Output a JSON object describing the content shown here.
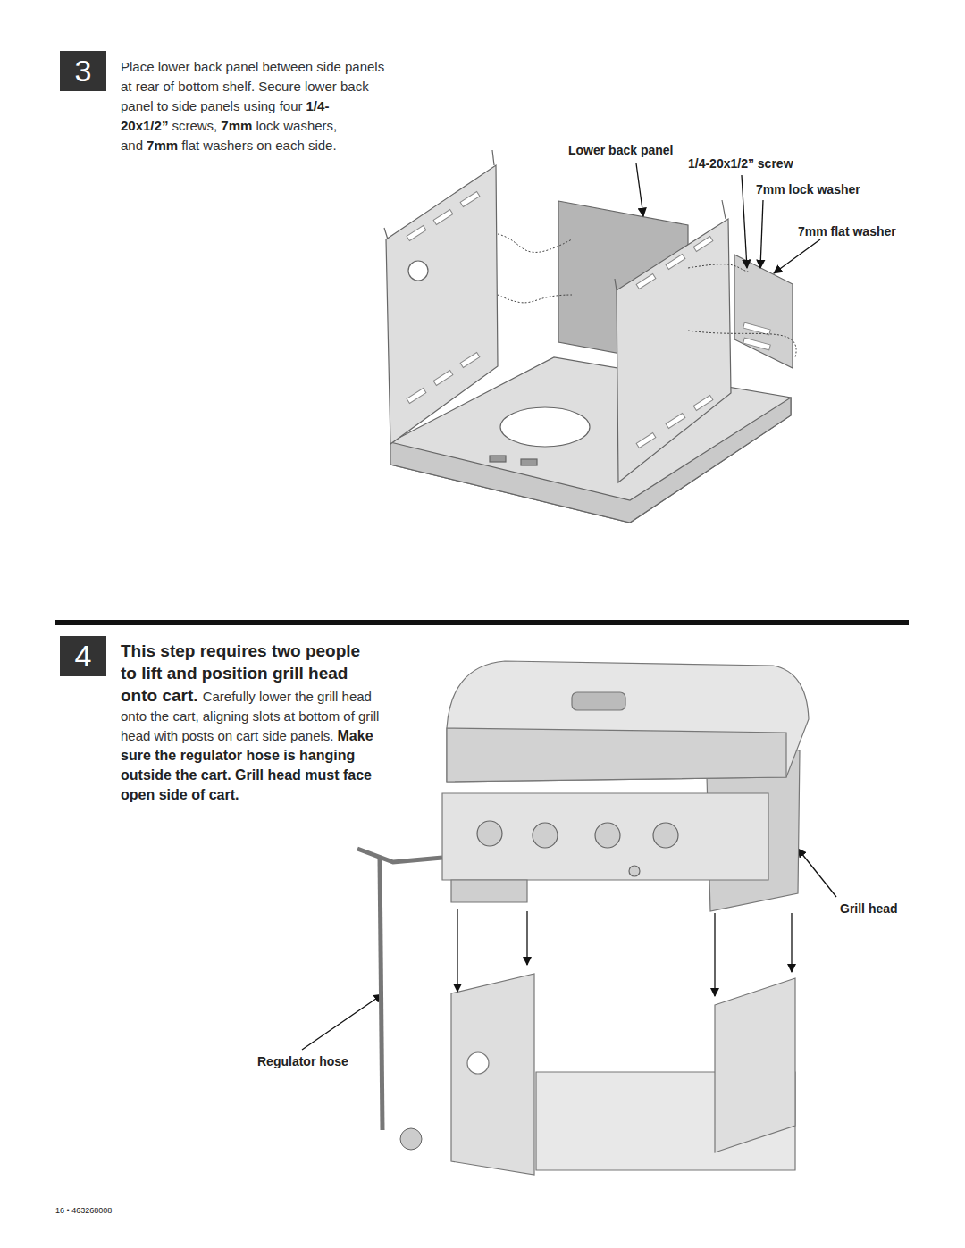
{
  "diagram": {
    "nodes": [
      {
        "text": [
          "3"
        ]
      },
      {
        "text": [
          "4"
        ]
      }
    ],
    "labels": [
      "Place lower back panel between side panels at rear of bottom shelf. Secure lower back panel to side panels using four",
      "1/4-20x1/2”",
      "screws,",
      "7mm",
      "lock washers, and",
      "7mm",
      "flat washers on each side.",
      "Lower back panel",
      "1/4-20x1/2” screw",
      "7mm lock washer",
      "7mm flat washer",
      "This step requires two people to lift and position grill head onto cart.",
      "Carefully lower the grill head onto the cart, aligning slots at bottom of grill head with posts on cart side panels.",
      "Make sure the regulator hose is hanging outside the cart. Grill head must face open side of cart.",
      "Grill head",
      "Regulator hose",
      "16 • 463268008"
    ]
  }
}
